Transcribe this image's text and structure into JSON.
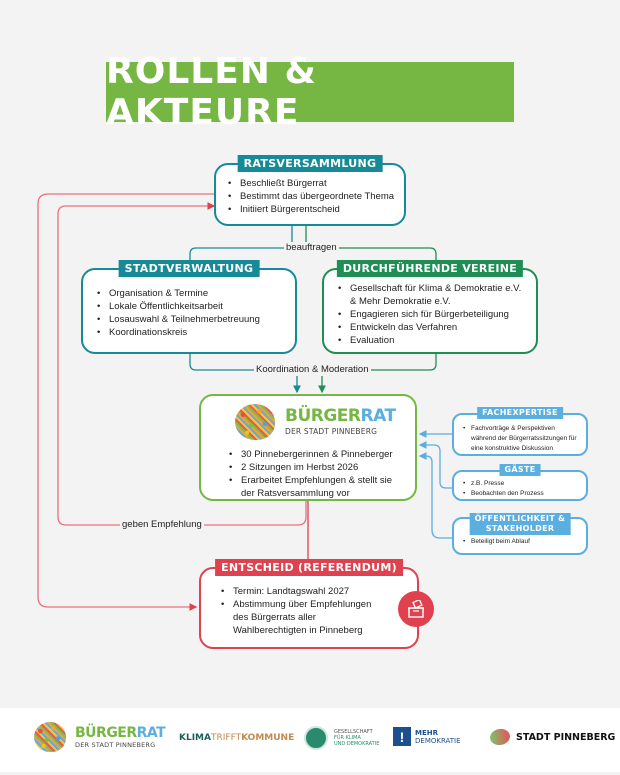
{
  "title": "ROLLEN & AKTEURE",
  "ratsversammlung": {
    "heading": "RATSVERSAMMLUNG",
    "items": [
      "Beschließt Bürgerrat",
      "Bestimmt das übergeordnete Thema",
      "Initiiert Bürgerentscheid"
    ]
  },
  "labels": {
    "beauftragen": "beauftragen",
    "koordination": "Koordination & Moderation",
    "empfehlung": "geben Empfehlung"
  },
  "stadtverwaltung": {
    "heading": "STADTVERWALTUNG",
    "items": [
      "Organisation & Termine",
      "Lokale Öffentlichkeitsarbeit",
      "Losauswahl & Teilnehmerbetreuung",
      "Koordinationskreis"
    ]
  },
  "vereine": {
    "heading": "DURCHFÜHRENDE VEREINE",
    "items": [
      "Gesellschaft für Klima & Demokratie e.V. & Mehr Demokratie e.V.",
      "Engagieren sich für Bürgerbeteiligung",
      "Entwickeln das Verfahren",
      "Evaluation"
    ]
  },
  "buergerrat": {
    "logo_word_1": "BÜRGER",
    "logo_word_2": "RAT",
    "logo_sub": "DER STADT PINNEBERG",
    "items": [
      "30 Pinnebergerinnen & Pinneberger",
      "2 Sitzungen im Herbst 2026",
      "Erarbeitet Empfehlungen & stellt sie der Ratsversammlung vor"
    ]
  },
  "fachexpertise": {
    "heading": "FACHEXPERTISE",
    "items": [
      "Fachvorträge & Perspektiven während der Bürgerratssitzungen für eine konstruktive Diskussion"
    ]
  },
  "gaeste": {
    "heading": "GÄSTE",
    "items": [
      "z.B. Presse",
      "Beobachten den Prozess"
    ]
  },
  "oeffentlichkeit": {
    "heading_1": "ÖFFENTLICHKEIT &",
    "heading_2": "STAKEHOLDER",
    "items": [
      "Beteiligt beim Ablauf"
    ]
  },
  "entscheid": {
    "heading": "ENTSCHEID (REFERENDUM)",
    "items": [
      "Termin: Landtagswahl 2027",
      "Abstimmung über Empfehlungen des Bürgerrats aller Wahlberechtigten in Pinneberg"
    ],
    "icon": "ballot-box-icon"
  },
  "footer": {
    "buergerrat": {
      "word_1": "BÜRGER",
      "word_2": "RAT",
      "sub": "DER STADT PINNEBERG"
    },
    "klima": {
      "part_1": "KLIMA",
      "part_2": "TRIFFT",
      "part_3": "KOMMUNE"
    },
    "gesellschaft": {
      "line_1": "GESELLSCHAFT",
      "line_2": "FÜR KLIMA",
      "line_3": "UND DEMOKRATIE"
    },
    "mehr": {
      "line_1": "MEHR",
      "line_2": "DEMOKRATIE"
    },
    "stadt": {
      "text": "STADT PINNEBERG"
    }
  },
  "colors": {
    "title_green": "#76b743",
    "teal": "#178a97",
    "green": "#1e8e55",
    "red": "#e0414f",
    "blue": "#5aaee0"
  }
}
